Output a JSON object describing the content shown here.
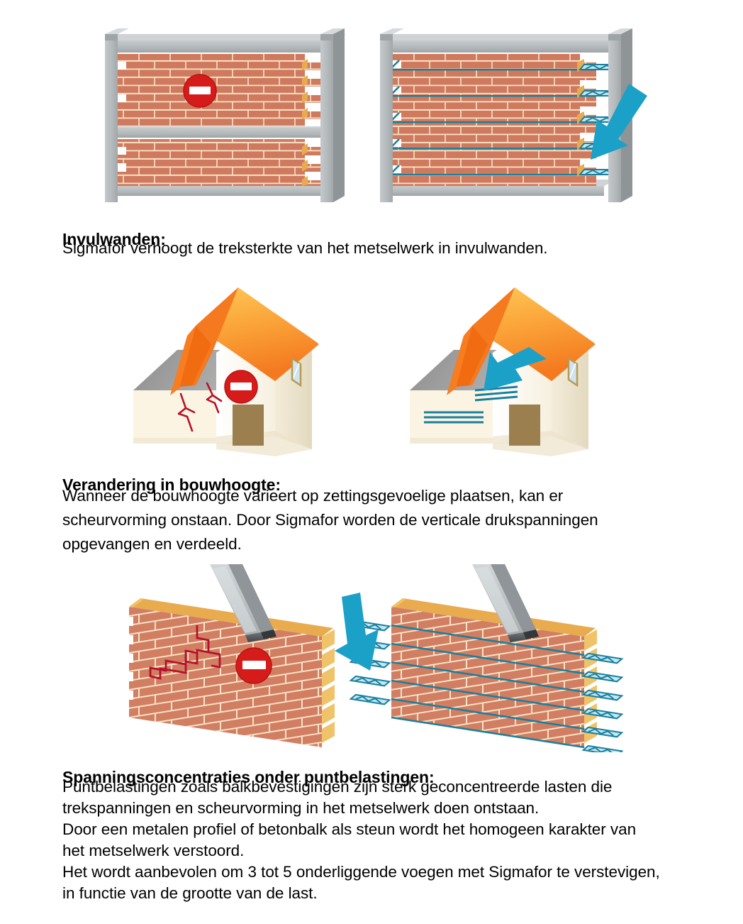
{
  "document": {
    "language": "nl",
    "brand_name": "Sigmafor"
  },
  "colors": {
    "brick_face": "#cf7a5e",
    "brick_face_light": "#d98a6c",
    "brick_top": "#e8ab4e",
    "brick_side": "#f0c36a",
    "mortar": "#f7e3c8",
    "concrete_light": "#bcc0c2",
    "concrete_mid": "#a7acae",
    "concrete_dark": "#8b9296",
    "steel_light": "#c9cdd0",
    "steel_mid": "#9aa0a4",
    "steel_dark": "#4e5458",
    "arrow_cyan": "#1ba0c8",
    "reinforcement_teal": "#1c7f9c",
    "reinforcement_light": "#7fd3e8",
    "prohibition_red": "#d61b1b",
    "crack_red": "#b5112a",
    "roof_orange_light": "#fdbe4f",
    "roof_orange": "#f47b20",
    "roof_orange_dark": "#ee7a1c",
    "wall_cream": "#fbf4e2",
    "wall_white": "#ffffff",
    "wall_shadow": "#efe6cf",
    "flat_roof_gray": "#9b9b9b",
    "door_brown": "#9b7f4e",
    "window_glass": "#cfe4f2",
    "window_frame": "#b79a52",
    "text": "#000000"
  },
  "sections": [
    {
      "id": "invulwanden",
      "heading": "Invulwanden:",
      "lines": [
        "Sigmafor verhoogt de treksterkte van het metselwerk in invulwanden."
      ],
      "figure": {
        "id": "figure-infill-walls",
        "left_panel": {
          "name": "infill-wall-unreinforced",
          "badge": "no-entry-sign",
          "courses": 2,
          "has_reinforcement": false
        },
        "right_panel": {
          "name": "infill-wall-reinforced",
          "has_reinforcement": true,
          "reinforcement_count": 5,
          "arrow": "arrow-pointing-down-left"
        }
      }
    },
    {
      "id": "verandering-in-bouwhoogte",
      "heading": "Verandering in bouwhoogte:",
      "lines": [
        "Wanneer de bouwhoogte varieert op zettingsgevoelige plaatsen, kan er",
        "scheurvorming onstaan. Door Sigmafor worden de verticale drukspanningen",
        "opgevangen en verdeeld."
      ],
      "figure": {
        "id": "figure-building-height-change",
        "left_panel": {
          "name": "house-with-cracks",
          "badge": "no-entry-sign",
          "cracks": 2,
          "has_reinforcement": false
        },
        "right_panel": {
          "name": "house-reinforced",
          "has_reinforcement": true,
          "reinforcement_groups": 2,
          "arrow": "arrow-pointing-down-left"
        }
      }
    },
    {
      "id": "spanningsconcentraties",
      "heading": "Spanningsconcentraties onder puntbelastingen:",
      "lines": [
        "Puntbelastingen zoals balkbevestigingen zijn sterk geconcentreerde lasten die",
        "trekspanningen en scheurvorming in het metselwerk doen ontstaan.",
        "Door een metalen profiel of betonbalk als steun wordt het homogeen karakter van",
        "het metselwerk verstoord.",
        "Het wordt aanbevolen om 3 tot 5 onderliggende voegen met Sigmafor te verstevigen,",
        "in functie van de grootte van de last."
      ],
      "figure": {
        "id": "figure-point-loads",
        "left_panel": {
          "name": "wall-with-beam-cracked",
          "badge": "no-entry-sign",
          "beam": "steel-i-beam",
          "has_reinforcement": false
        },
        "right_panel": {
          "name": "wall-with-beam-reinforced",
          "beam": "steel-i-beam",
          "has_reinforcement": true,
          "reinforcement_count": 6,
          "arrow": "arrow-pointing-down-right"
        }
      }
    }
  ],
  "icons": {
    "no_entry": "no-entry-sign",
    "arrow": "bold-arrow",
    "reinforcement_strip": "truss-reinforcement-strip"
  }
}
